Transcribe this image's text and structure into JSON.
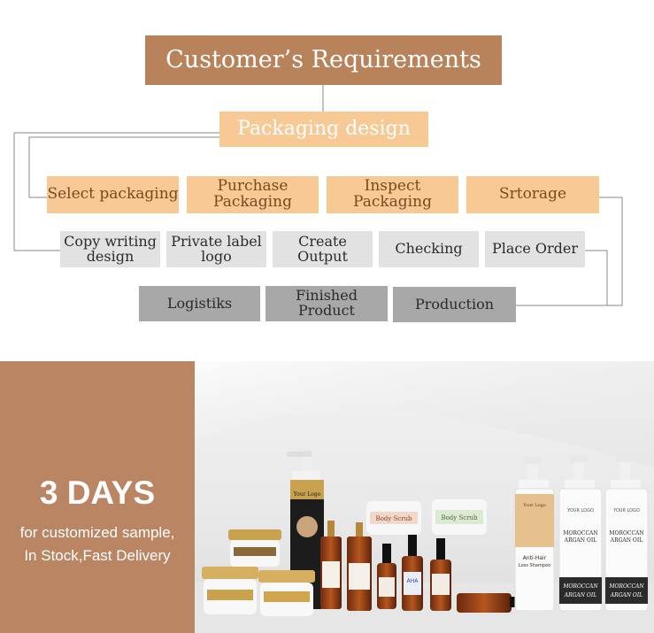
{
  "title": "Customer’s Requirements",
  "level2": "Packaging design",
  "row1": [
    "Select packaging",
    "Purchase\nPackaging",
    "Inspect\nPackaging",
    "Srtorage"
  ],
  "row2": [
    "Copy writing\ndesign",
    "Private label\nlogo",
    "Create\nOutput",
    "Checking",
    "Place Order"
  ],
  "row3": [
    "Logistiks",
    "Finished Product",
    "Production"
  ],
  "banner": {
    "headline": "3 DAYS",
    "line1": "for customized sample,",
    "line2": "In Stock,Fast Delivery"
  },
  "product_labels": {
    "your_logo": "Your Logo",
    "your_logo_caps": "YOUR LOGO",
    "body_scrub": "Body Scrub",
    "anti_hair_1": "Anti-Hair",
    "anti_hair_2": "Loss Shampoo",
    "moroccan_1": "MOROCCAN",
    "moroccan_2": "ARGAN OIL",
    "moroccan_script_1": "MOROCCAN",
    "moroccan_script_2": "ARGAN OIL",
    "aha": "AHA"
  },
  "colors": {
    "title": "#b8825a",
    "light_orange": "#f6c995",
    "light_gray": "#e2e2e2",
    "dark_gray": "#a8a8a8",
    "banner": "#b98563"
  }
}
